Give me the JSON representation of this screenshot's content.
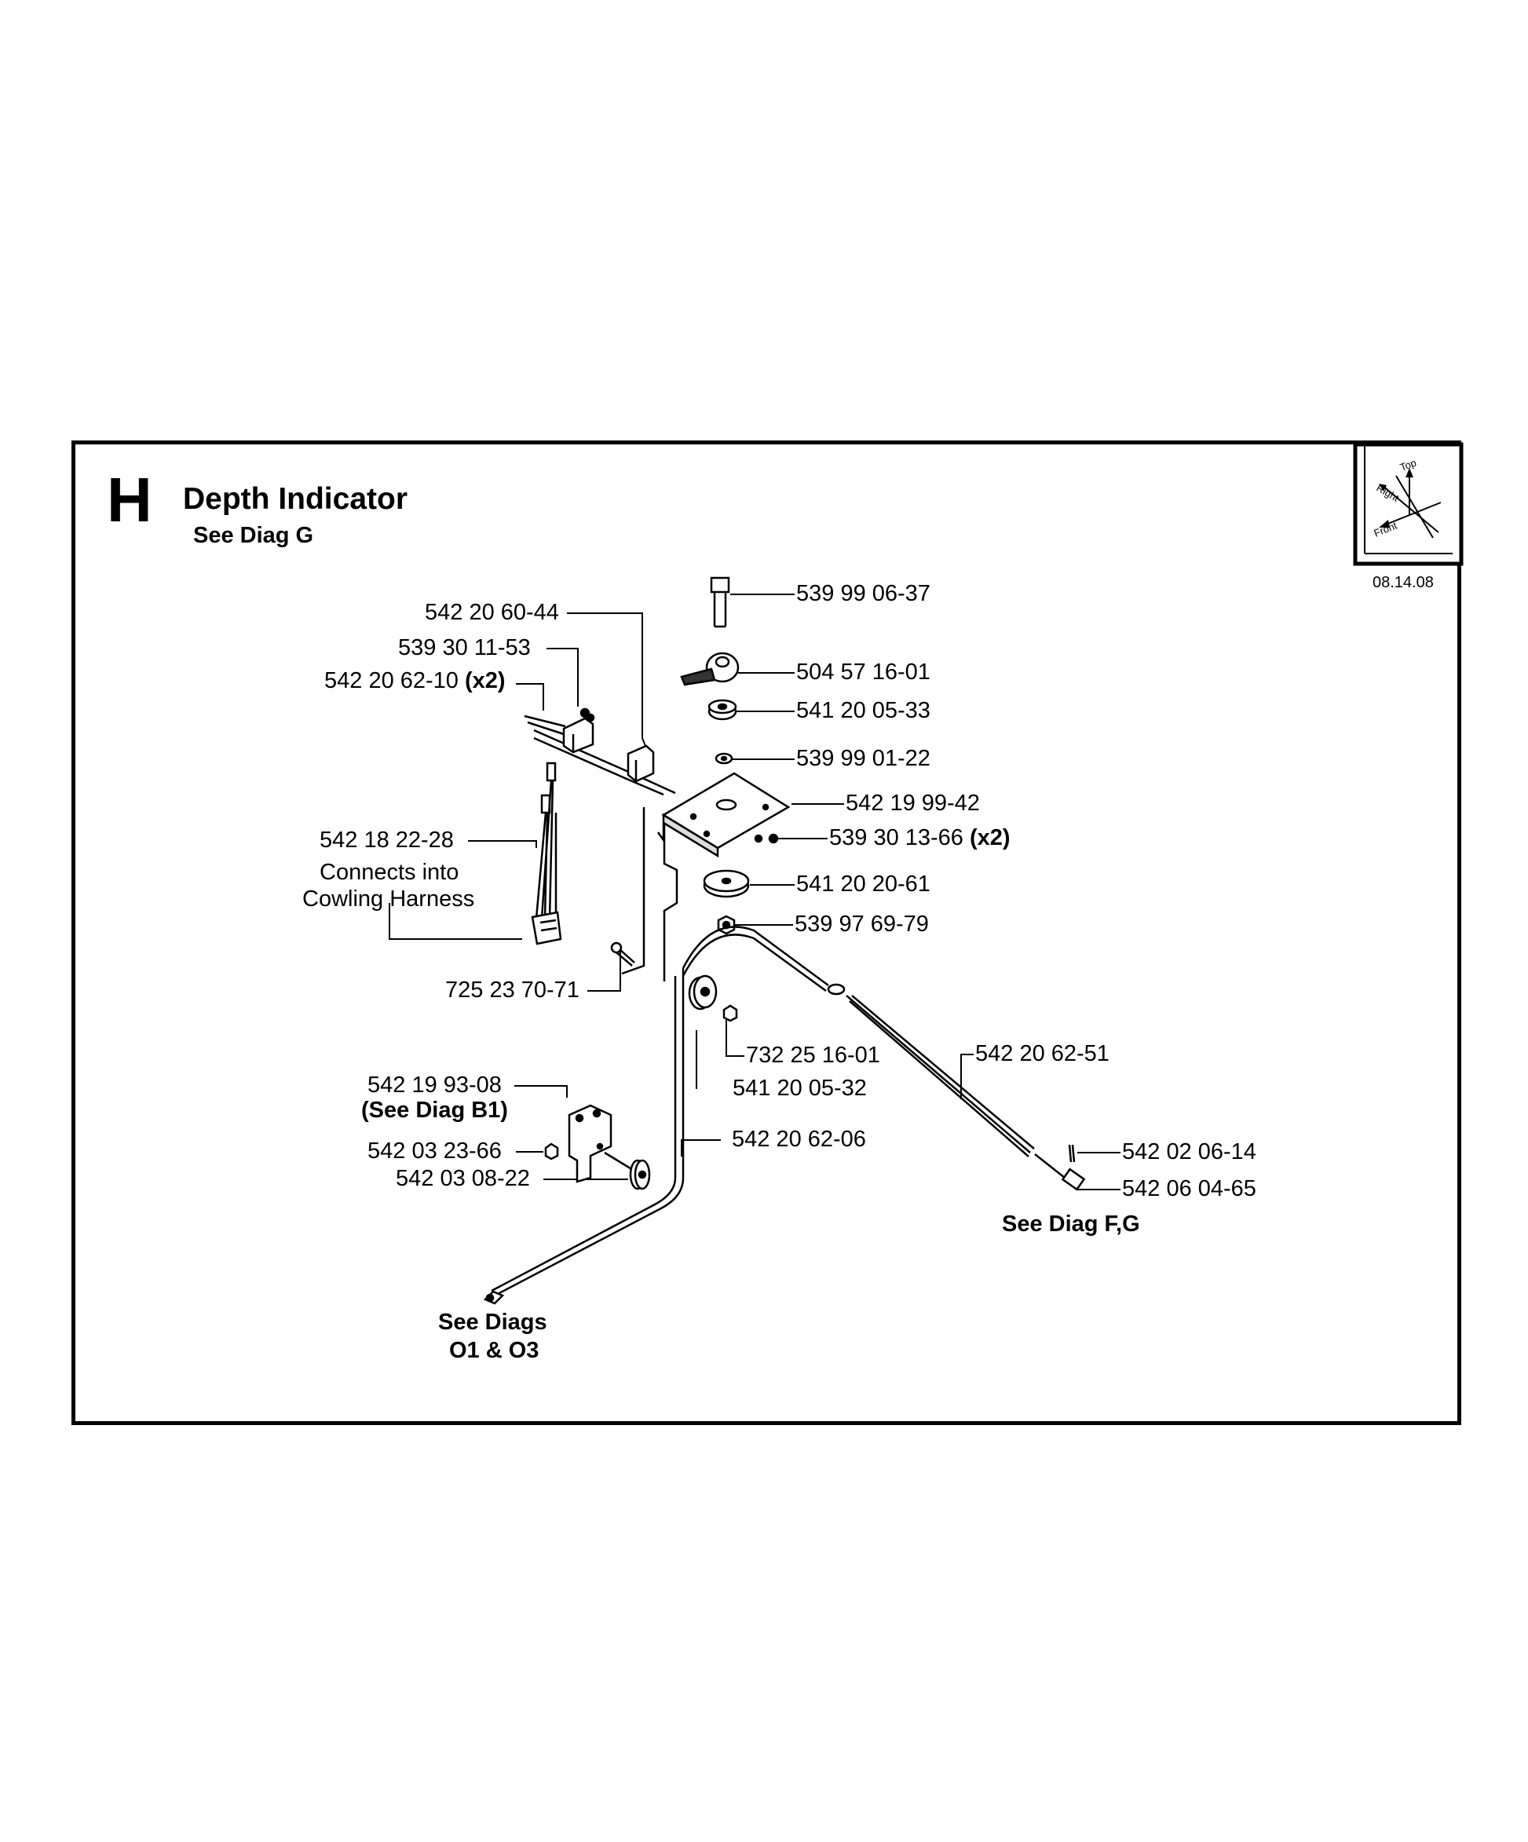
{
  "header": {
    "section_letter": "H",
    "title": "Depth Indicator",
    "subtitle": "See Diag G",
    "date": "08.14.08"
  },
  "axis_gizmo": {
    "top": "Top",
    "right": "Right",
    "front": "Front"
  },
  "parts": [
    {
      "part_no": "539 99 06-37"
    },
    {
      "part_no": "504 57 16-01"
    },
    {
      "part_no": "541 20 05-33"
    },
    {
      "part_no": "539 99 01-22"
    },
    {
      "part_no": "542 19 99-42"
    },
    {
      "part_no": "539 30 13-66",
      "qty": "(x2)"
    },
    {
      "part_no": "541 20 20-61"
    },
    {
      "part_no": "539 97 69-79"
    },
    {
      "part_no": "542 20 60-44"
    },
    {
      "part_no": "539 30 11-53"
    },
    {
      "part_no": "542 20 62-10",
      "qty": "(x2)"
    },
    {
      "part_no": "542 18 22-28",
      "note_line1": "Connects into",
      "note_line2": "Cowling Harness"
    },
    {
      "part_no": "725 23 70-71"
    },
    {
      "part_no": "732 25 16-01"
    },
    {
      "part_no": "541 20 05-32"
    },
    {
      "part_no": "542 20 62-51"
    },
    {
      "part_no": "542 19 93-08",
      "ref": "(See Diag B1)"
    },
    {
      "part_no": "542 03 23-66"
    },
    {
      "part_no": "542 03 08-22"
    },
    {
      "part_no": "542 20 62-06"
    },
    {
      "part_no": "542 02 06-14"
    },
    {
      "part_no": "542 06 04-65"
    }
  ],
  "references": {
    "diag_fg": "See Diag F,G",
    "diags_line1": "See Diags",
    "diags_line2": "O1 & O3"
  }
}
